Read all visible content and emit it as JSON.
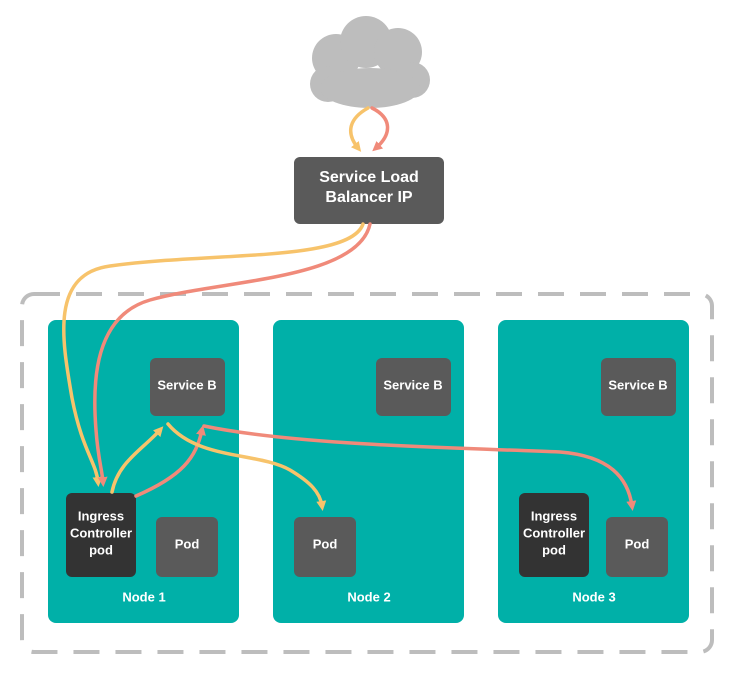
{
  "load_balancer": {
    "label_line1": "Service Load",
    "label_line2": "Balancer IP"
  },
  "nodes": [
    {
      "label": "Node 1",
      "service": "Service B",
      "ingress": [
        "Ingress",
        "Controller",
        "pod"
      ],
      "pod": "Pod"
    },
    {
      "label": "Node 2",
      "service": "Service B",
      "pod": "Pod"
    },
    {
      "label": "Node 3",
      "service": "Service B",
      "ingress": [
        "Ingress",
        "Controller",
        "pod"
      ],
      "pod": "Pod"
    }
  ],
  "colors": {
    "node_fill": "#00b0a8",
    "box_fill": "#5a5a5a",
    "ingress_fill": "#333333",
    "cloud": "#bdbdbd",
    "cluster_border": "#bdbdbd",
    "flow_yellow": "#f7c36b",
    "flow_red": "#f08a7a"
  }
}
